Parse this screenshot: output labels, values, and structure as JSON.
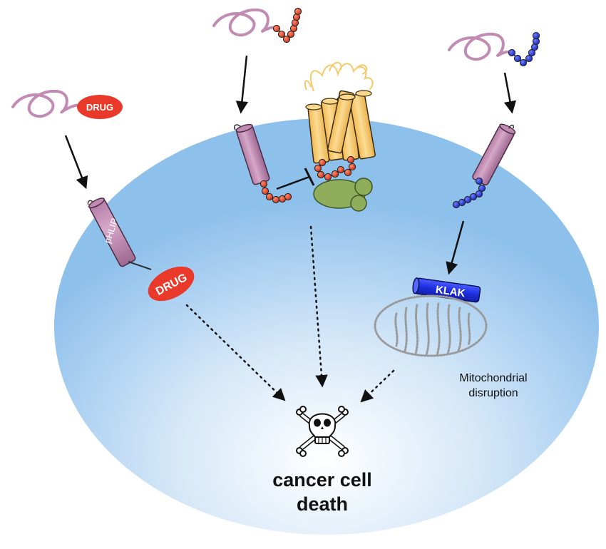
{
  "labels": {
    "drug_outside": "DRUG",
    "drug_inside": "DRUG",
    "phlip": "pHLIP",
    "klak": "KLAK",
    "mito_line1": "Mitochondrial",
    "mito_line2": "disruption",
    "death_line1": "cancer cell",
    "death_line2": "death"
  },
  "colors": {
    "cell_edge": "#8ec0ec",
    "cell_center": "#ffffff",
    "peptide": "#c28bb3",
    "peptide_dark": "#8a5a7e",
    "drug": "#e8392a",
    "red_bead": "#d93a20",
    "blue_bead": "#1d2fc9",
    "receptor": "#f6c96b",
    "g_protein": "#8fae5c",
    "mito": "#9a9a9a"
  },
  "icons": {
    "death": "skull-crossbones-icon"
  }
}
